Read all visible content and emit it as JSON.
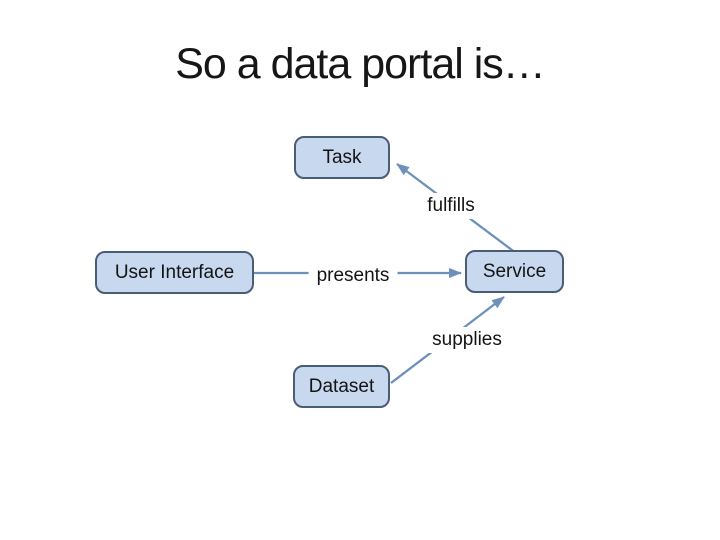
{
  "slide": {
    "title": "So a data portal is…",
    "diagram": {
      "nodes": [
        {
          "id": "task",
          "label": "Task"
        },
        {
          "id": "user-interface",
          "label": "User Interface"
        },
        {
          "id": "service",
          "label": "Service"
        },
        {
          "id": "dataset",
          "label": "Dataset"
        }
      ],
      "edges": [
        {
          "id": "fulfills",
          "label": "fulfills",
          "from": "service",
          "to": "task"
        },
        {
          "id": "presents",
          "label": "presents",
          "from": "user-interface",
          "to": "service"
        },
        {
          "id": "supplies",
          "label": "supplies",
          "from": "dataset",
          "to": "service"
        }
      ]
    },
    "colors": {
      "background": "#ffffff",
      "title_text": "#161616",
      "node_fill": "#c8d8ee",
      "node_border": "#4a5d76",
      "connector": "#6d90ba"
    }
  }
}
